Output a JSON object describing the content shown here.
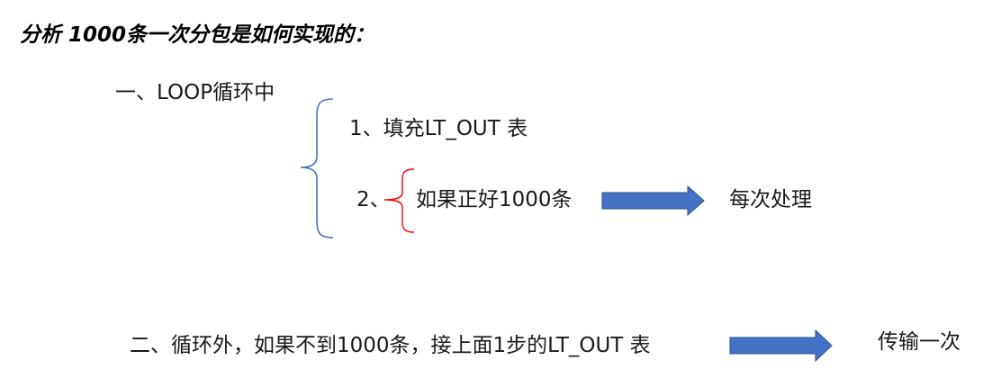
{
  "title": "分析 1000条一次分包是如何实现的：",
  "section_1": {
    "heading": "一、LOOP循环中",
    "step_1": "1、填充LT_OUT 表",
    "step_2": "2、",
    "condition": "如果正好1000条",
    "result": "每次处理"
  },
  "section_2": {
    "text": "二、循环外，如果不到1000条，接上面1步的LT_OUT 表",
    "result": "传输一次"
  },
  "colors": {
    "big_brace": "#4472c4",
    "small_brace": "#ff0000",
    "arrow_fill": "#4472c4",
    "arrow_stroke": "#2f528f"
  },
  "icons": {
    "big_brace": "left-curly-brace",
    "small_brace": "left-curly-brace",
    "arrows": "right-block-arrow"
  }
}
